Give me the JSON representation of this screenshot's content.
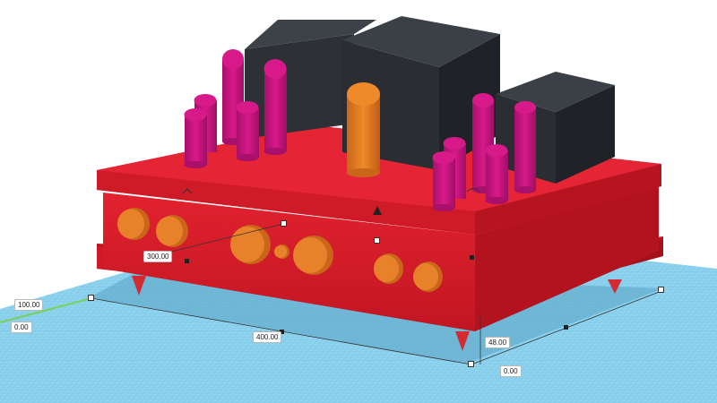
{
  "dimensions": {
    "width": "400.00",
    "depth": "300.00",
    "height": "48.00",
    "elevation": "0.00",
    "ruler_length": "100.00",
    "ruler_origin": "0.00"
  },
  "icons": {
    "rotate_handle": "curved-arrow-icon",
    "lift_handle": "cone-arrow-icon"
  },
  "colors": {
    "workplane": "#8fd3ee",
    "grid_line": "#5fb7dc",
    "body": "#dd1c2a",
    "tube": "#c8157b",
    "knob": "#e07a1e",
    "transformer": "#2d3136"
  }
}
